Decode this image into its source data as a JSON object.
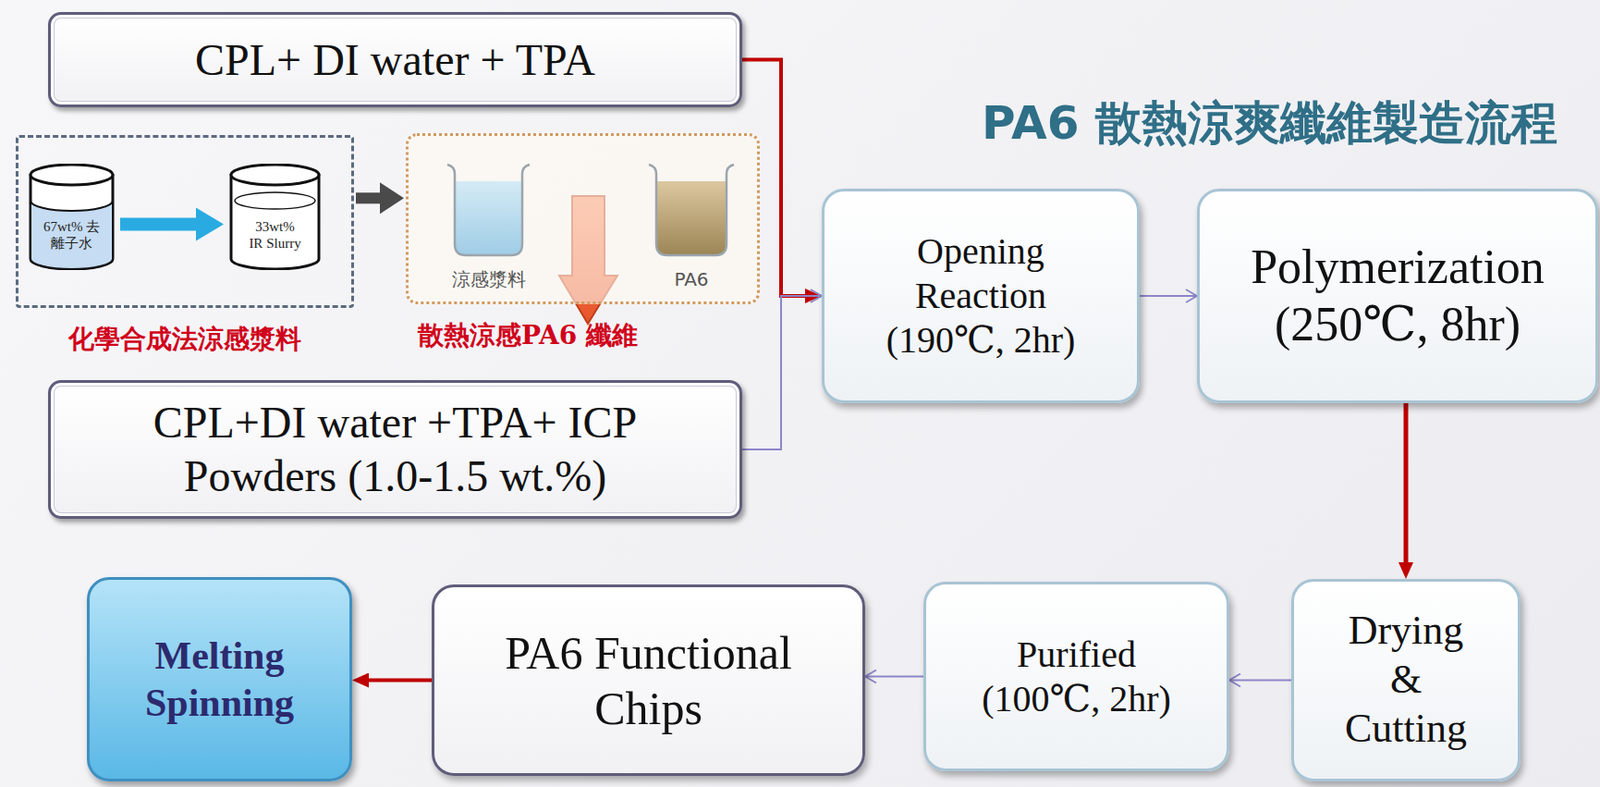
{
  "diagram": {
    "title": "PA6 散熱涼爽纖維製造流程",
    "nodes": [
      {
        "text": [
          "CPL+ DI water + TPA"
        ]
      },
      {
        "text": [
          "化學合成法涼感漿料"
        ]
      },
      {
        "text": [
          "67wt% 去離子水"
        ],
        "in": 1
      },
      {
        "text": [
          "33wt% IR Slurry"
        ],
        "in": 1
      },
      {
        "text": [
          "散熱涼感PA6 纖維"
        ]
      },
      {
        "text": [
          "涼感漿料"
        ],
        "in": 4
      },
      {
        "text": [
          "PA6"
        ],
        "in": 4
      },
      {
        "text": [
          "Opening Reaction (190℃, 2hr)"
        ]
      },
      {
        "text": [
          "Polymerization (250℃, 8hr)"
        ]
      },
      {
        "text": [
          "CPL+DI water +TPA+ ICP Powders (1.0-1.5 wt.%)"
        ]
      },
      {
        "text": [
          "Drying & Cutting"
        ]
      },
      {
        "text": [
          "Purified (100℃, 2hr)"
        ]
      },
      {
        "text": [
          "PA6 Functional Chips"
        ]
      },
      {
        "text": [
          "Melting Spinning"
        ]
      }
    ],
    "edges": [
      {
        "from": 0,
        "to": 7,
        "arrow": "to"
      },
      {
        "from": 9,
        "to": 7,
        "arrow": "to"
      },
      {
        "from": 2,
        "to": 3,
        "arrow": "to"
      },
      {
        "from": 1,
        "to": 4,
        "arrow": "to"
      },
      {
        "from": 7,
        "to": 8,
        "arrow": "to"
      },
      {
        "from": 8,
        "to": 10,
        "arrow": "to"
      },
      {
        "from": 10,
        "to": 11,
        "arrow": "to"
      },
      {
        "from": 11,
        "to": 12,
        "arrow": "to"
      },
      {
        "from": 12,
        "to": 13,
        "arrow": "to"
      }
    ]
  }
}
